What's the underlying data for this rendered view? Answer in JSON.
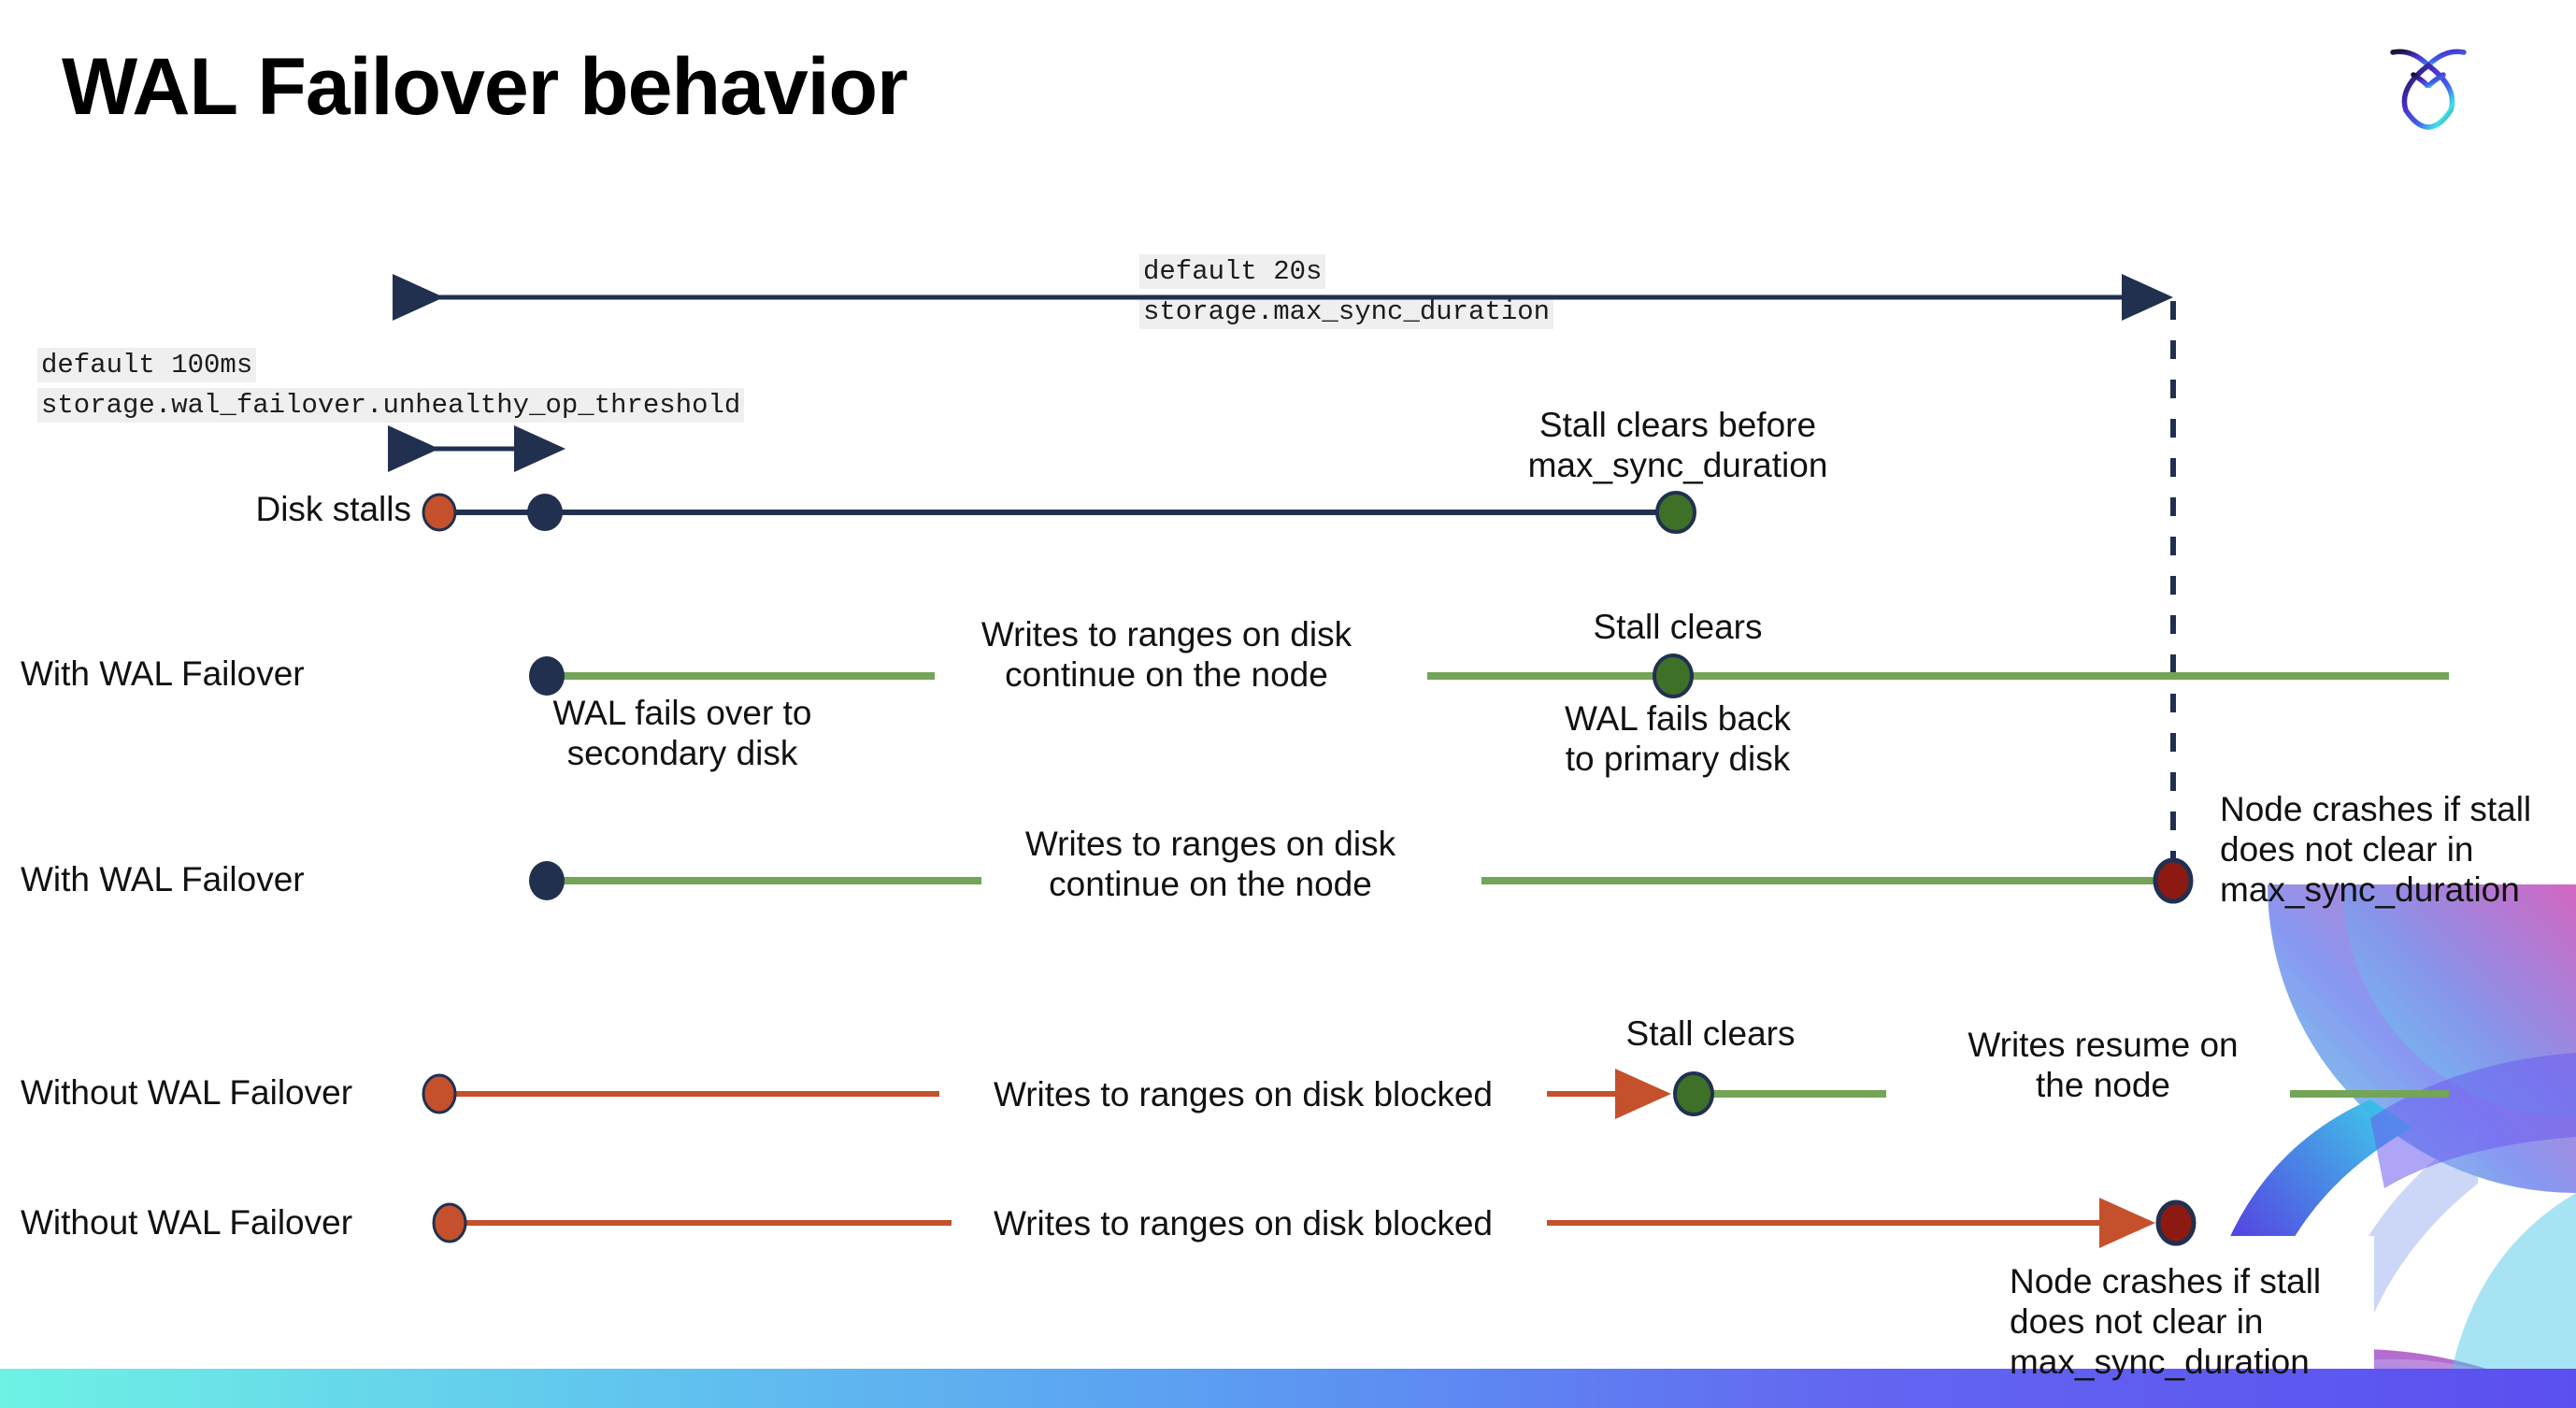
{
  "slide": {
    "title": "WAL Failover behavior",
    "logo_name": "cockroach-labs-logo"
  },
  "colors": {
    "navy": "#21304f",
    "green_line": "#74a457",
    "green_dot": "#3e7027",
    "orange": "#c4512c",
    "dark_red": "#8c1a13",
    "code_bg": "#efeff0",
    "bar_start": "#6ef2e4",
    "bar_end": "#5b4ff0"
  },
  "annotations": {
    "max_sync": {
      "default": "default 20s",
      "setting": "storage.max_sync_duration"
    },
    "unhealthy_op": {
      "default": "default 100ms",
      "setting": "storage.wal_failover.unhealthy_op_threshold"
    }
  },
  "rows": [
    {
      "id": "disk-stalls",
      "label": "Disk stalls",
      "note_above_end": "Stall clears before\nmax_sync_duration"
    },
    {
      "id": "with-wal-failover-clears",
      "label": "With WAL Failover",
      "note_start_below": "WAL fails over to\nsecondary disk",
      "note_mid_above": "Writes to ranges on disk\ncontinue on the node",
      "note_end_above": "Stall clears",
      "note_end_below": "WAL fails  back\nto primary disk"
    },
    {
      "id": "with-wal-failover-crash",
      "label": "With WAL Failover",
      "note_mid_above": "Writes to ranges on disk\ncontinue on the node",
      "note_end_right": "Node crashes if stall\ndoes not clear in\nmax_sync_duration"
    },
    {
      "id": "without-wal-failover-clears",
      "label": "Without WAL Failover",
      "note_mid": "Writes to ranges on disk  blocked",
      "note_end_above": "Stall clears",
      "note_after_above": "Writes resume on\nthe node"
    },
    {
      "id": "without-wal-failover-crash",
      "label": "Without WAL Failover",
      "note_mid": "Writes to ranges on disk  blocked",
      "note_end_below": "Node crashes if stall\ndoes not clear in\nmax_sync_duration"
    }
  ],
  "markers": {
    "stall-start": "orange-dot",
    "failover-point": "navy-dot",
    "stall-clear": "green-dot",
    "node-crash": "dark-red-dot"
  }
}
